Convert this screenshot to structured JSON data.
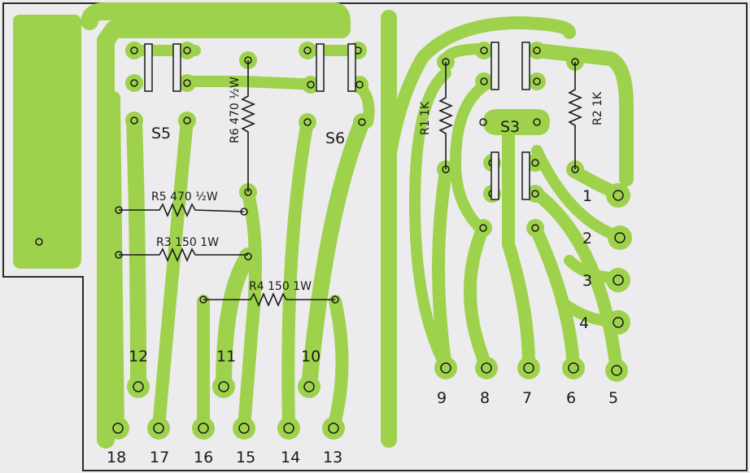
{
  "colors": {
    "board": "#ececef",
    "copper": "#9fd24c",
    "outline": "#2a2a2a",
    "ink": "#1a1a1a",
    "pad_hole": "#ffffff"
  },
  "switches": {
    "s5": "S5",
    "s6": "S6",
    "s3": "S3"
  },
  "resistors": {
    "r6": "R6 470 ½W",
    "r5": "R5 470 ½W",
    "r3": "R3 150 1W",
    "r4": "R4 150 1W",
    "r1": "R1 1K",
    "r2": "R2 1K"
  },
  "terminals": {
    "bottom": [
      "18",
      "17",
      "16",
      "15",
      "14",
      "13"
    ],
    "middle": [
      "12",
      "11",
      "10"
    ],
    "right_bottom": [
      "9",
      "8",
      "7",
      "6",
      "5"
    ],
    "right_side": [
      "1",
      "2",
      "3",
      "4"
    ]
  }
}
